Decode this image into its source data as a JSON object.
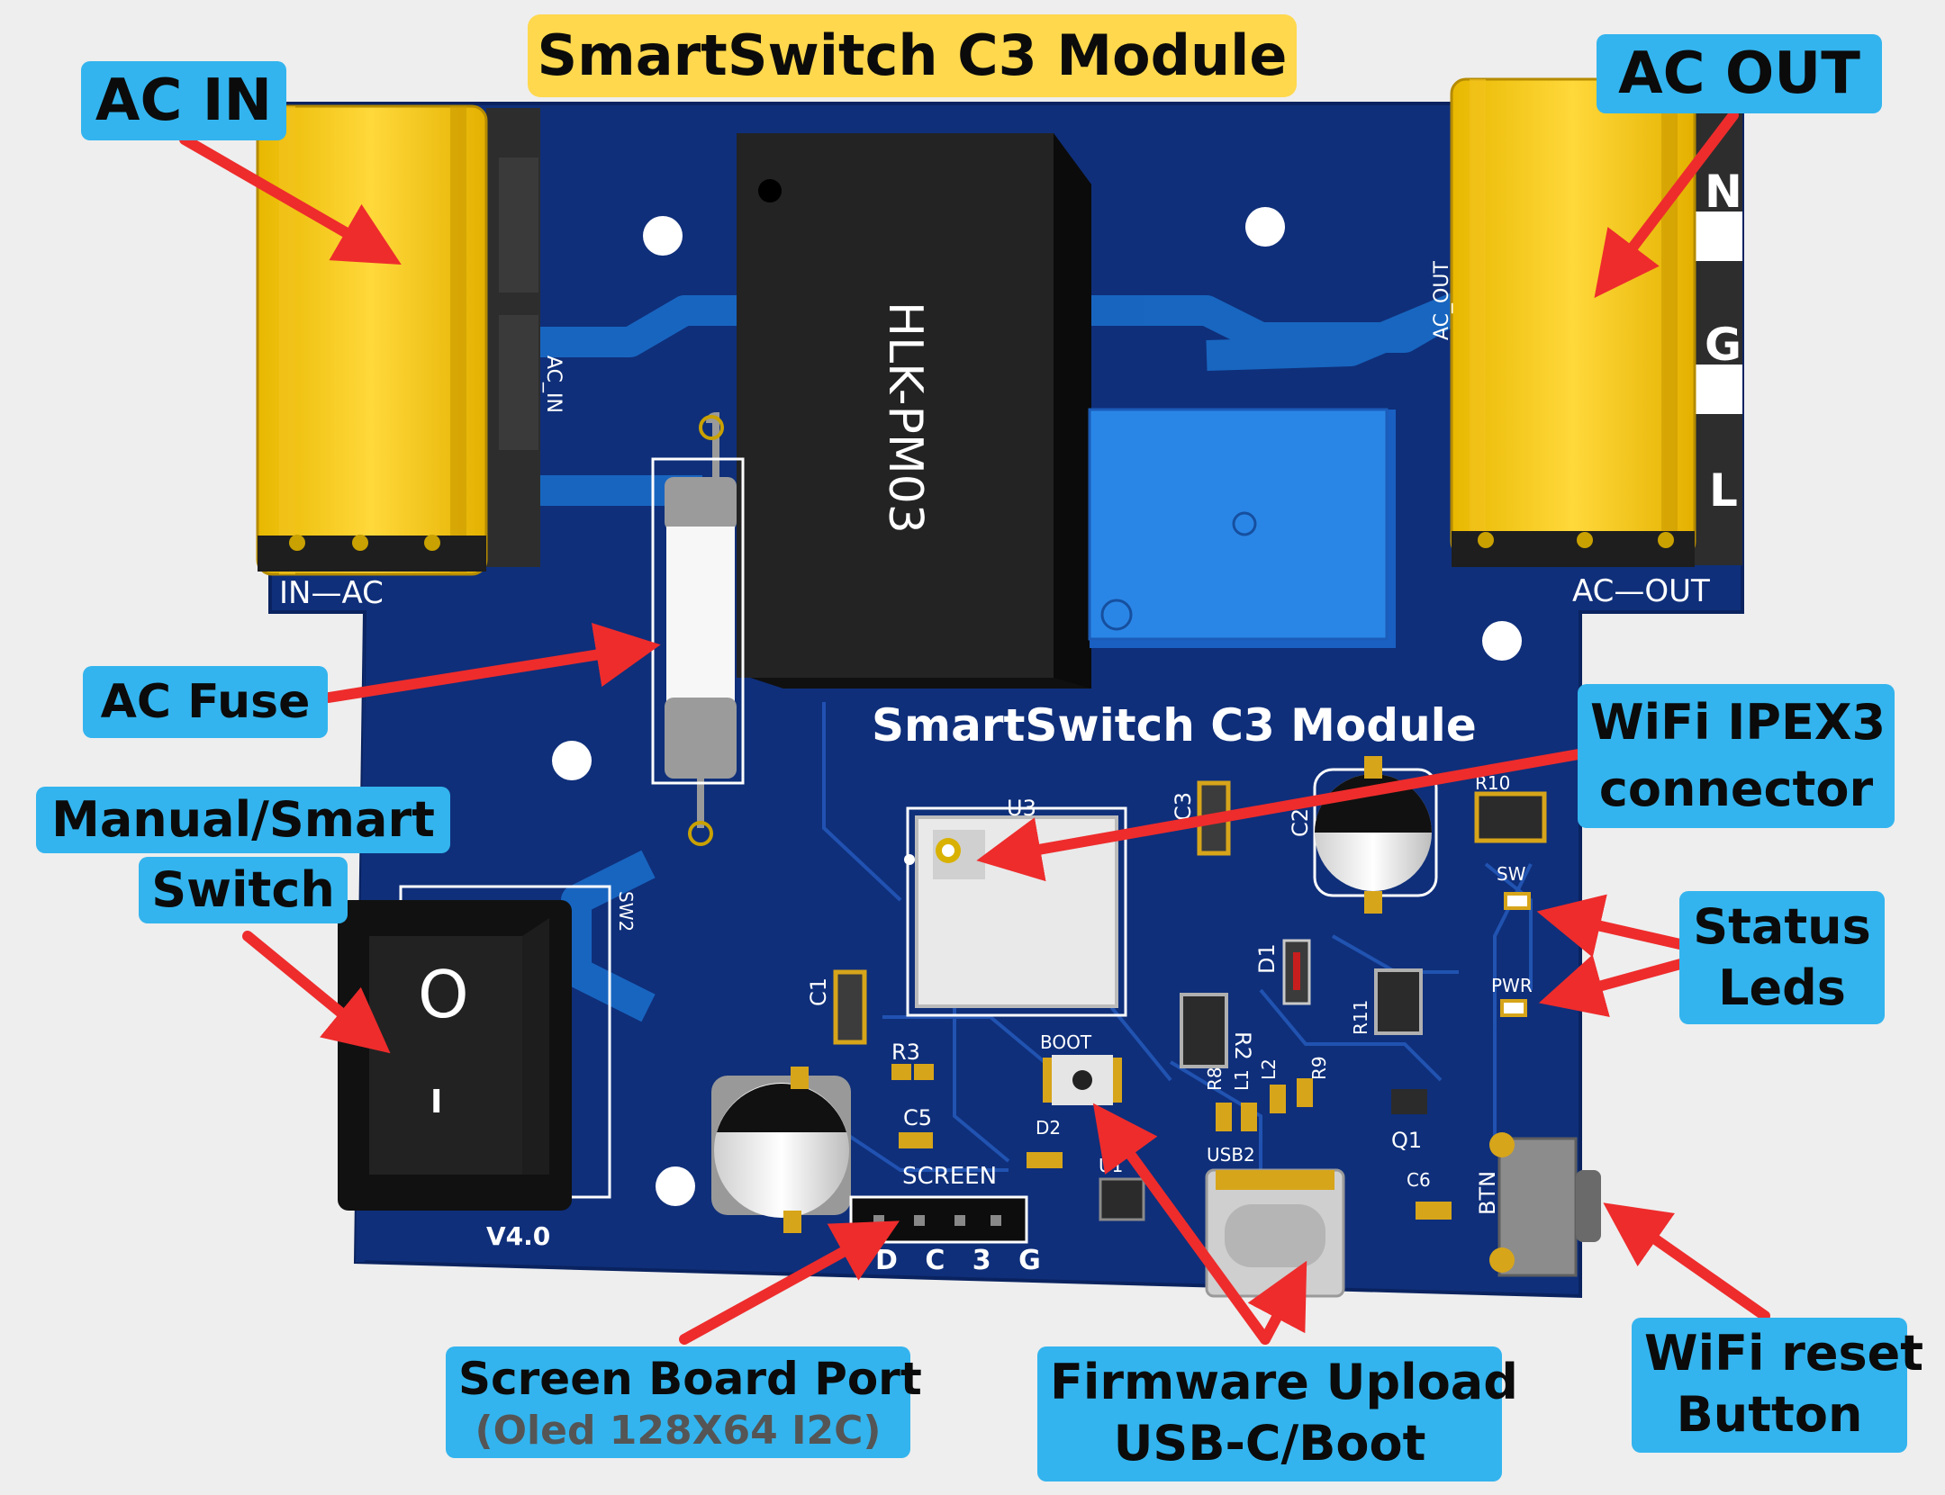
{
  "title": "SmartSwitch C3 Module",
  "callouts": {
    "ac_in": "AC IN",
    "ac_out": "AC OUT",
    "ac_fuse": "AC Fuse",
    "manual_smart_switch": [
      "Manual/Smart",
      "Switch"
    ],
    "wifi_ipex3": [
      "WiFi IPEX3",
      "connector"
    ],
    "status_leds": [
      "Status",
      "Leds"
    ],
    "screen_port": "Screen Board Port",
    "screen_port_sub": "(Oled 128X64 I2C)",
    "firmware": [
      "Firmware Upload",
      "USB-C/Boot"
    ],
    "wifi_reset": [
      "WiFi reset",
      "Button"
    ]
  },
  "board": {
    "silkscreen_title": "SmartSwitch C3 Module",
    "module_label": "HLK-PM03",
    "ac_in_label": "IN—AC",
    "ac_out_label": "AC—OUT",
    "ac_in_net": "AC_IN",
    "ac_out_net": "AC_OUT",
    "terminal_pins": [
      "N",
      "G",
      "L"
    ],
    "version": "V4.0",
    "screen_label": "SCREEN",
    "screen_pins": "D C 3 G",
    "sw2": "SW2",
    "u3": "U3",
    "u1": "U1",
    "c1": "C1",
    "c2": "C2",
    "c3": "C3",
    "c5": "C5",
    "c6": "C6",
    "r2": "R2",
    "r3": "R3",
    "r8": "R8",
    "r9": "R9",
    "r10": "R10",
    "r11": "R11",
    "l1": "L1",
    "l2": "L2",
    "d1": "D1",
    "d2": "D2",
    "q1": "Q1",
    "boot": "BOOT",
    "usb2": "USB2",
    "btn": "BTN",
    "sw_led": "SW",
    "pwr_led": "PWR",
    "rocker_on": "O",
    "rocker_off": "I"
  },
  "colors": {
    "pcb": "#0f2f7a",
    "trace": "#1a6cc8",
    "terminal": "#ffd22e",
    "callout": "#33b4ee",
    "title": "#ffd84d",
    "arrow": "#ee2c2c"
  },
  "icons": [
    "arrow-icon"
  ]
}
